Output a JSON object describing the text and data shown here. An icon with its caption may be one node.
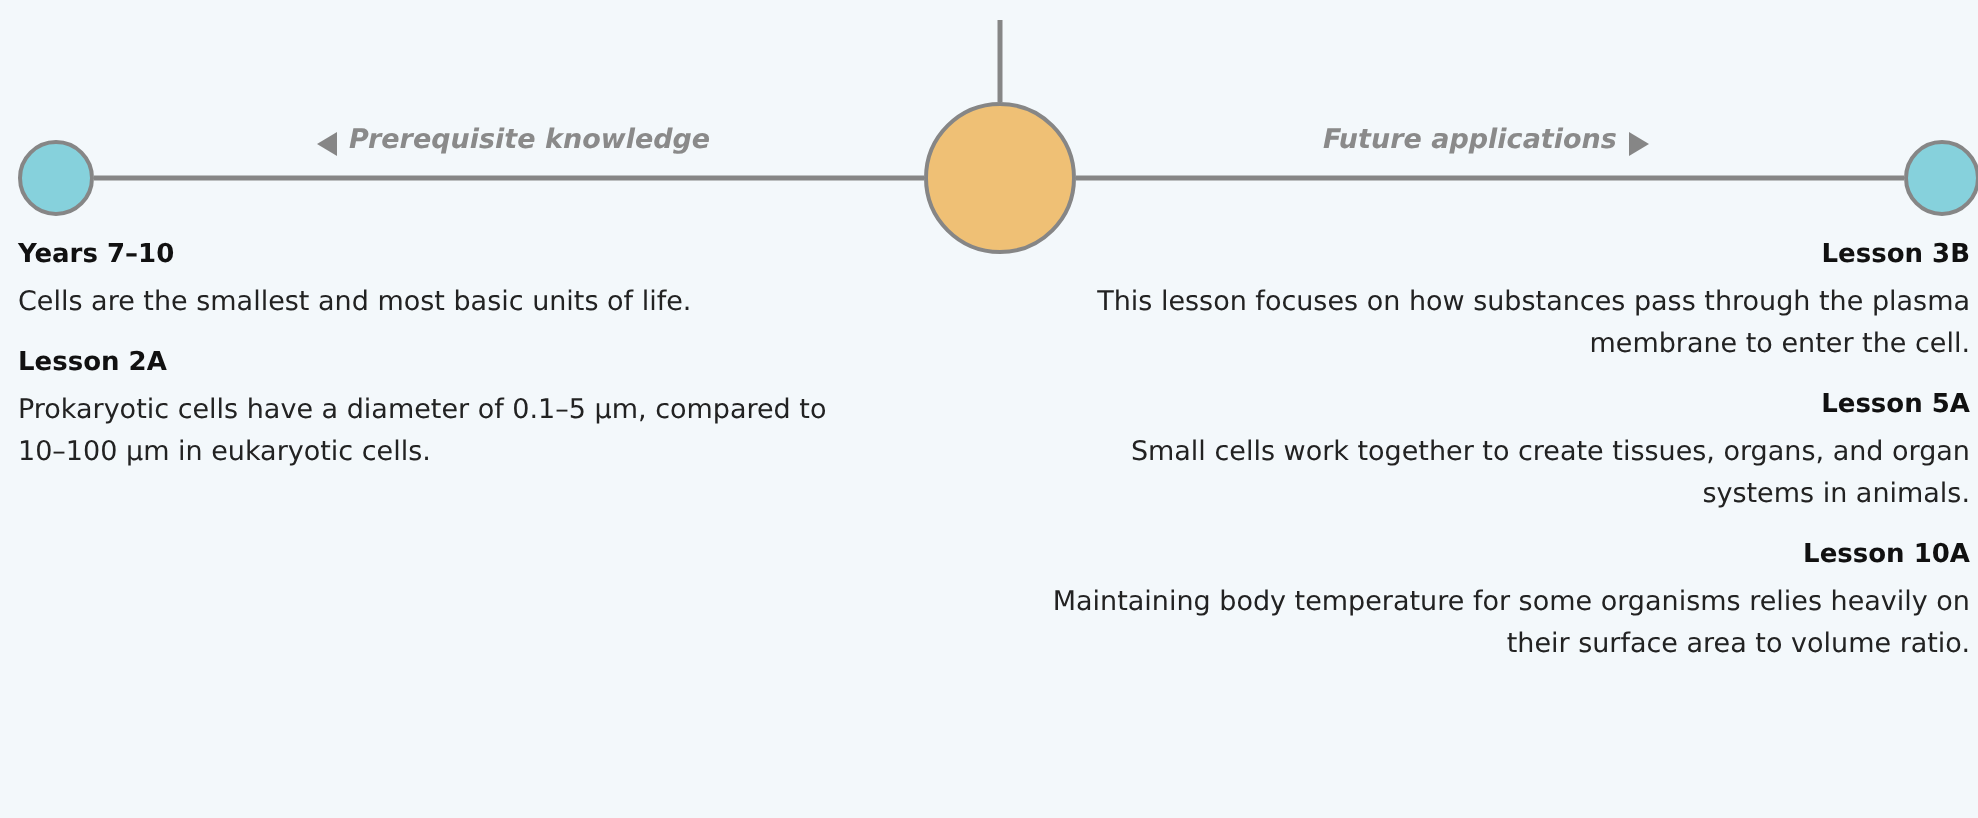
{
  "diagram": {
    "nodes": [
      {
        "text": [],
        "shape": "circle",
        "beside": [
          "Years 7–10",
          "Cells are the smallest and most basic units of life.",
          "Lesson 2A",
          "Prokaryotic cells have a diameter of 0.1–5 µm, compared to 10–100 µm in eukaryotic cells."
        ]
      },
      {
        "text": [],
        "shape": "circle"
      },
      {
        "text": [],
        "shape": "circle",
        "beside": [
          "Lesson 3B",
          "This lesson focuses on how substances pass through the plasma membrane to enter the cell.",
          "Lesson 5A",
          "Small cells work together to create tissues, organs, and organ systems in animals.",
          "Lesson 10A",
          "Maintaining body temperature for some organisms relies heavily on their surface area to volume ratio."
        ]
      }
    ],
    "edges": [
      {
        "from": 0,
        "to": 1,
        "arrow": "none",
        "label": "Prerequisite knowledge"
      },
      {
        "from": 1,
        "to": 2,
        "arrow": "none",
        "label": "Future applications"
      },
      {
        "from": null,
        "to": 1,
        "arrow": "none"
      }
    ]
  }
}
